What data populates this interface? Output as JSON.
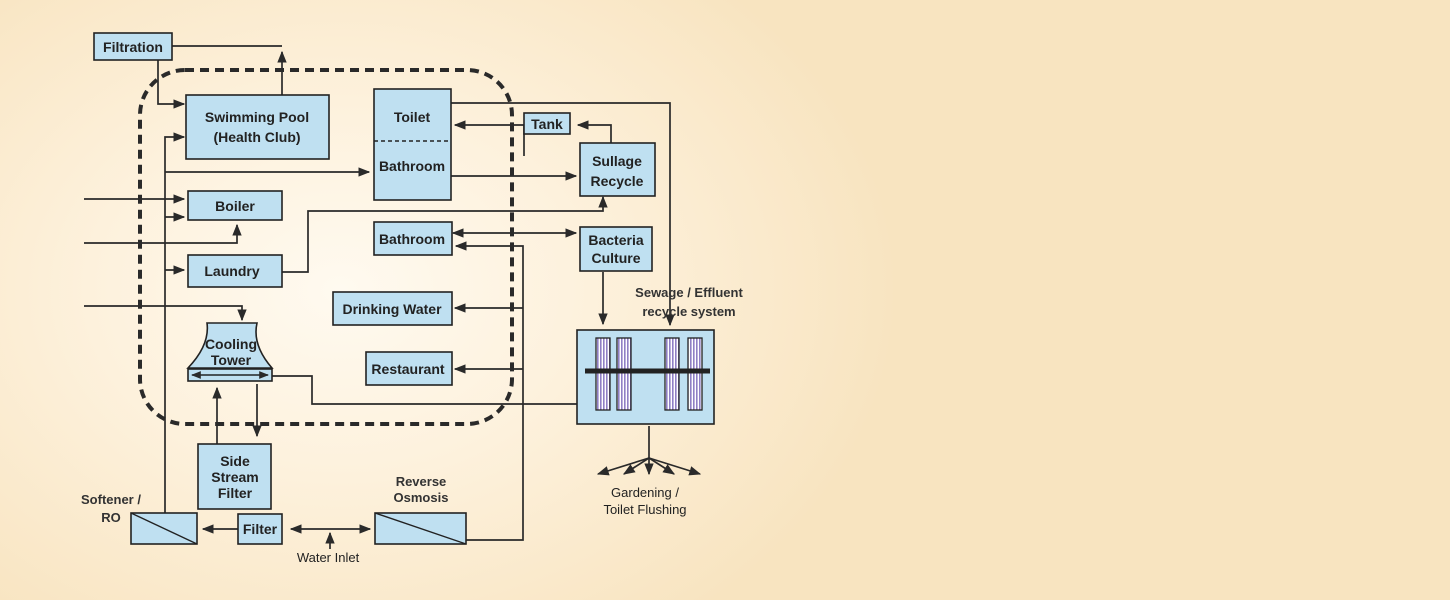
{
  "boxes": {
    "filtration": "Filtration",
    "swimming_pool": [
      "Swimming Pool",
      "(Health Club)"
    ],
    "toilet": "Toilet",
    "bathroom_top": "Bathroom",
    "tank": "Tank",
    "sullage_recycle": [
      "Sullage",
      "Recycle"
    ],
    "boiler": "Boiler",
    "laundry": "Laundry",
    "bathroom_mid": "Bathroom",
    "bacteria_culture": [
      "Bacteria",
      "Culture"
    ],
    "drinking_water": "Drinking Water",
    "restaurant": "Restaurant",
    "cooling_tower": [
      "Cooling",
      "Tower"
    ],
    "side_stream_filter": [
      "Side",
      "Stream",
      "Filter"
    ],
    "filter": "Filter"
  },
  "captions": {
    "softener_ro": [
      "Softener /",
      "RO"
    ],
    "reverse_osmosis": [
      "Reverse",
      "Osmosis"
    ],
    "water_inlet": "Water Inlet",
    "sewage_effluent": [
      "Sewage / Effluent",
      "recycle system"
    ],
    "gardening": [
      "Gardening /",
      "Toilet Flushing"
    ]
  },
  "colors": {
    "background": "#f8e4c0",
    "box_fill": "#bfe0f1",
    "line": "#2a2a2a",
    "plant_stripe": "#9a8ac8"
  }
}
